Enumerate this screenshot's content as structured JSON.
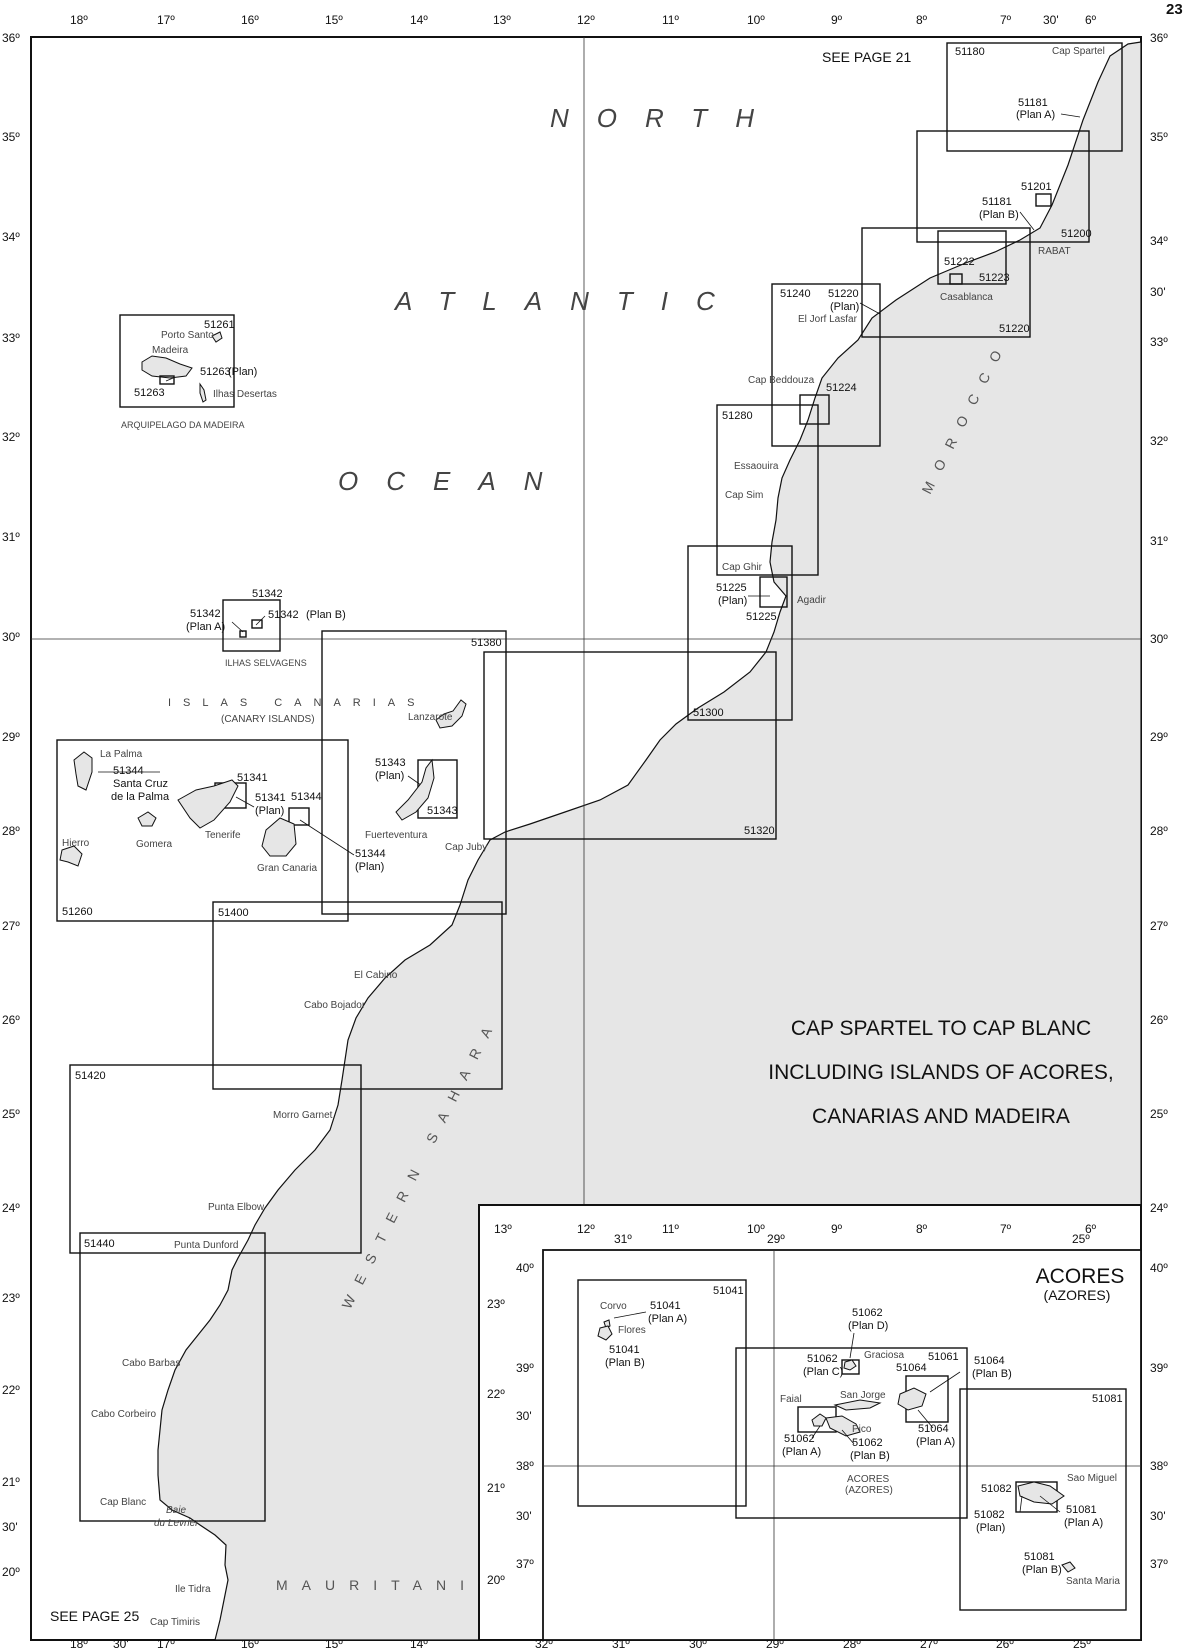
{
  "page_number": "23",
  "see_page_top": "SEE PAGE 21",
  "see_page_bottom": "SEE PAGE 25",
  "title_lines": [
    "CAP SPARTEL TO CAP BLANC",
    "INCLUDING ISLANDS OF ACORES,",
    "CANARIAS AND MADEIRA"
  ],
  "ocean_words": [
    "NORTH",
    "ATLANTIC",
    "OCEAN"
  ],
  "regions": {
    "morocco": "MOROCCO",
    "western_sahara": "WESTERN SAHARA",
    "mauritania": "MAURITANIA"
  },
  "main_lon_ticks": [
    "18º",
    "30'",
    "17º",
    "16º",
    "15º",
    "14º",
    "13º",
    "12º",
    "11º",
    "10º",
    "9º",
    "8º",
    "7º",
    "30'",
    "6º"
  ],
  "main_lat_ticks": [
    "36º",
    "35º",
    "34º",
    "30'",
    "33º",
    "32º",
    "31º",
    "30º",
    "29º",
    "28º",
    "27º",
    "26º",
    "25º",
    "24º",
    "23º",
    "22º",
    "21º",
    "30'",
    "20º"
  ],
  "inset_lon_ticks": [
    "13º",
    "12º",
    "11º",
    "10º",
    "9º",
    "8º",
    "7º",
    "6º"
  ],
  "inset_lat_ticks": [
    "23º",
    "22º",
    "21º",
    "20º"
  ],
  "charts": [
    {
      "id": "51180"
    },
    {
      "id": "51181",
      "note": "(Plan A)"
    },
    {
      "id": "51201"
    },
    {
      "id": "51181",
      "note": "(Plan B)"
    },
    {
      "id": "51200"
    },
    {
      "id": "51222"
    },
    {
      "id": "51223"
    },
    {
      "id": "51240"
    },
    {
      "id": "51220",
      "note": "(Plan)"
    },
    {
      "id": "51220"
    },
    {
      "id": "51224"
    },
    {
      "id": "51280"
    },
    {
      "id": "51225",
      "note": "(Plan)"
    },
    {
      "id": "51225"
    },
    {
      "id": "51300"
    },
    {
      "id": "51320"
    },
    {
      "id": "51380"
    },
    {
      "id": "51261"
    },
    {
      "id": "51263",
      "note": "(Plan)"
    },
    {
      "id": "51263"
    },
    {
      "id": "51342"
    },
    {
      "id": "51342",
      "note": "(Plan A)"
    },
    {
      "id": "51342",
      "note": "(Plan B)"
    },
    {
      "id": "51343",
      "note": "(Plan)"
    },
    {
      "id": "51343"
    },
    {
      "id": "51344"
    },
    {
      "id": "51341"
    },
    {
      "id": "51341",
      "note": "(Plan)"
    },
    {
      "id": "51344",
      "note": "(Plan)"
    },
    {
      "id": "51260"
    },
    {
      "id": "51400"
    },
    {
      "id": "51420"
    },
    {
      "id": "51440"
    }
  ],
  "places": {
    "cap_spartel": "Cap Spartel",
    "rabat": "RABAT",
    "casablanca": "Casablanca",
    "el_jorf": "El Jorf Lasfar",
    "cap_beddouza": "Cap Beddouza",
    "essaouira": "Essaouira",
    "cap_sim": "Cap Sim",
    "cap_ghir": "Cap Ghir",
    "agadir": "Agadir",
    "cap_juby": "Cap Juby",
    "el_cabino": "El Cabino",
    "cabo_bojador": "Cabo Bojador",
    "morro_garnet": "Morro Garnet",
    "punta_elbow": "Punta Elbow",
    "punta_dunford": "Punta Dunford",
    "cabo_barbas": "Cabo Barbas",
    "cabo_corbeiro": "Cabo Corbeiro",
    "cap_blanc": "Cap Blanc",
    "baie_1": "Baie",
    "baie_2": "du Levrier",
    "ile_tidra": "Ile Tidra",
    "cap_timiris": "Cap Timiris",
    "porto_santo": "Porto Santo",
    "madeira": "Madeira",
    "ilhas_desertas": "Ilhas Desertas",
    "arquipelago": "ARQUIPELAGO DA MADEIRA",
    "ilhas_selvagens": "ILHAS SELVAGENS",
    "islas_canarias": "ISLAS CANARIAS",
    "canary_islands": "(CANARY ISLANDS)",
    "lanzarote": "Lanzarote",
    "fuerteventura": "Fuerteventura",
    "la_palma": "La Palma",
    "santa_cruz_1": "Santa Cruz",
    "santa_cruz_2": "de la Palma",
    "gomera": "Gomera",
    "tenerife": "Tenerife",
    "hierro": "Hierro",
    "gran_canaria": "Gran Canaria"
  },
  "azores": {
    "title": "ACORES",
    "subtitle": "(AZORES)",
    "center_label": "ACORES",
    "center_sub": "(AZORES)",
    "lon_ticks": [
      "32º",
      "31º",
      "30º",
      "29º",
      "28º",
      "27º",
      "26º",
      "25º"
    ],
    "top_lon_ticks": [
      "31º",
      "29º",
      "25º"
    ],
    "lat_ticks": [
      "40º",
      "39º",
      "30'",
      "38º",
      "30'",
      "37º"
    ],
    "charts": [
      {
        "id": "51041"
      },
      {
        "id": "51041",
        "note": "(Plan A)"
      },
      {
        "id": "51041",
        "note": "(Plan B)"
      },
      {
        "id": "51062",
        "note": "(Plan D)"
      },
      {
        "id": "51062",
        "note": "(Plan C)"
      },
      {
        "id": "51061"
      },
      {
        "id": "51064"
      },
      {
        "id": "51064",
        "note": "(Plan B)"
      },
      {
        "id": "51064",
        "note": "(Plan A)"
      },
      {
        "id": "51062",
        "note": "(Plan A)"
      },
      {
        "id": "51062",
        "note": "(Plan B)"
      },
      {
        "id": "51081"
      },
      {
        "id": "51082"
      },
      {
        "id": "51082",
        "note": "(Plan)"
      },
      {
        "id": "51081",
        "note": "(Plan A)"
      },
      {
        "id": "51081",
        "note": "(Plan B)"
      }
    ],
    "places": {
      "corvo": "Corvo",
      "flores": "Flores",
      "graciosa": "Graciosa",
      "faial": "Faial",
      "san_jorge": "San Jorge",
      "pico": "Pico",
      "sao_miguel": "Sao Miguel",
      "santa_maria": "Santa Maria"
    }
  }
}
